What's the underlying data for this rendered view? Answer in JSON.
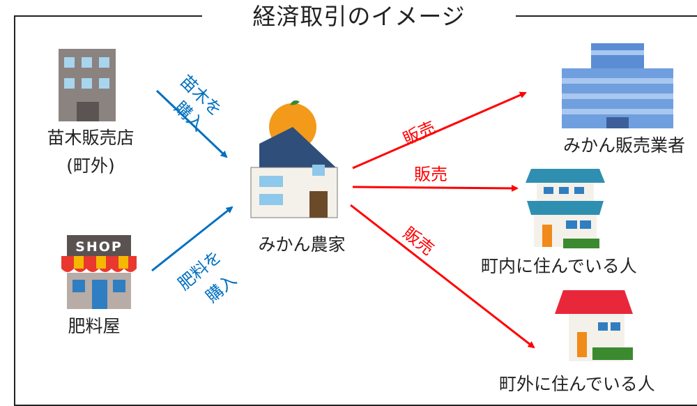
{
  "title": "経済取引のイメージ",
  "nodes": {
    "seedling_shop": {
      "line1": "苗木販売店",
      "line2": "(町外)"
    },
    "fertilizer_shop": {
      "label": "肥料屋",
      "sign": "SHOP"
    },
    "farmer": {
      "label": "みかん農家"
    },
    "vendor": {
      "label": "みかん販売業者"
    },
    "resident_in": {
      "label": "町内に住んでいる人"
    },
    "resident_out": {
      "label": "町外に住んでいる人"
    }
  },
  "edges": {
    "buy_seedling": {
      "line1": "苗木を",
      "line2": "購入"
    },
    "buy_fertilizer": {
      "line1": "肥料を",
      "line2": "購入"
    },
    "sell_vendor": "販売",
    "sell_in": "販売",
    "sell_out": "販売"
  },
  "colors": {
    "buy": "#0070c0",
    "sell": "#ff0000"
  }
}
